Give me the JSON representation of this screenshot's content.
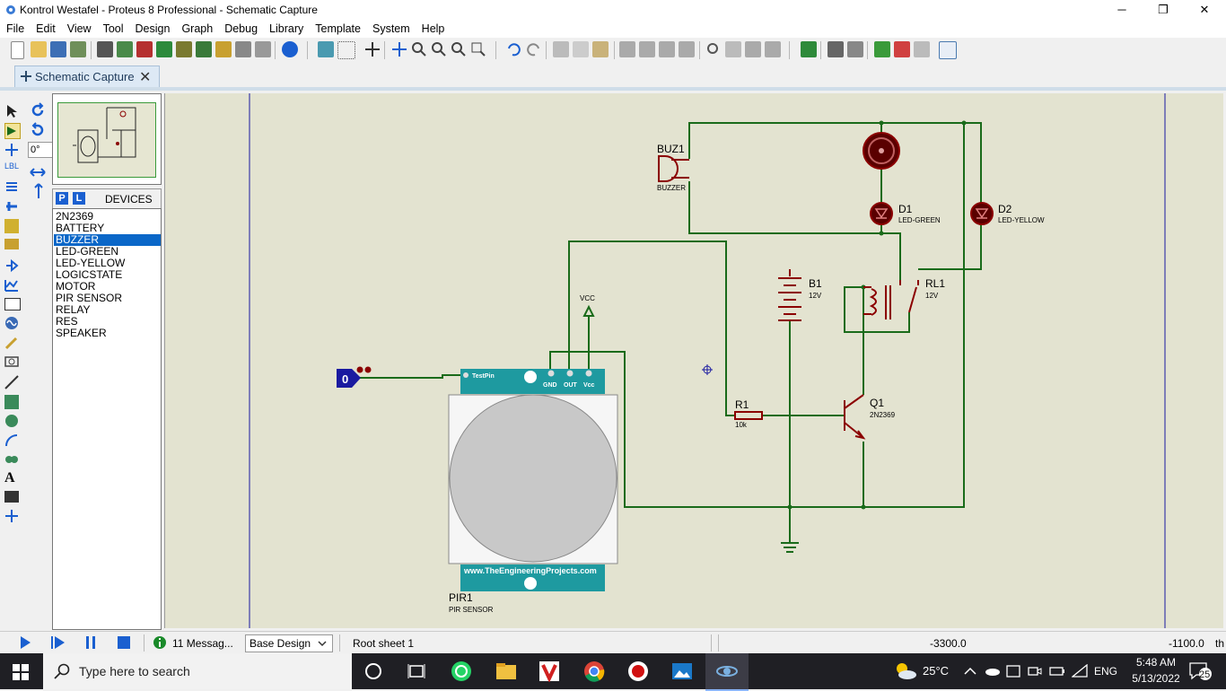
{
  "window": {
    "title": "Kontrol Westafel - Proteus 8 Professional - Schematic Capture",
    "controls": {
      "minimize": "─",
      "maximize": "❐",
      "close": "✕"
    }
  },
  "menu": [
    "File",
    "Edit",
    "View",
    "Tool",
    "Design",
    "Graph",
    "Debug",
    "Library",
    "Template",
    "System",
    "Help"
  ],
  "tab": {
    "label": "Schematic Capture",
    "close": "✕"
  },
  "rotation": {
    "angle": "0°"
  },
  "devices": {
    "p_button": "P",
    "l_button": "L",
    "header": "DEVICES",
    "items": [
      "2N2369",
      "BATTERY",
      "BUZZER",
      "LED-GREEN",
      "LED-YELLOW",
      "LOGICSTATE",
      "MOTOR",
      "PIR SENSOR",
      "RELAY",
      "RES",
      "SPEAKER"
    ],
    "selected": "BUZZER"
  },
  "schematic": {
    "buzzer": {
      "ref": "BUZ1",
      "value": "BUZZER"
    },
    "d1": {
      "ref": "D1",
      "value": "LED-GREEN"
    },
    "d2": {
      "ref": "D2",
      "value": "LED-YELLOW"
    },
    "battery": {
      "ref": "B1",
      "value": "12V"
    },
    "relay": {
      "ref": "RL1",
      "value": "12V"
    },
    "resistor": {
      "ref": "R1",
      "value": "10k"
    },
    "transistor": {
      "ref": "Q1",
      "value": "2N2369"
    },
    "power_label": "VCC",
    "logicstate": {
      "value": "0"
    },
    "pir": {
      "ref": "PIR1",
      "value": "PIR SENSOR",
      "testpin": "TestPin",
      "pins": [
        "GND",
        "OUT",
        "Vcc"
      ],
      "website": "www.TheEngineeringProjects.com"
    }
  },
  "status": {
    "messages": "11 Messag...",
    "design_select": "Base Design",
    "sheet": "Root sheet 1",
    "coord_x": "-3300.0",
    "coord_y": "-1100.0",
    "unit_trunc": "th"
  },
  "taskbar": {
    "search_placeholder": "Type here to search",
    "temperature": "25°C",
    "language": "ENG",
    "time": "5:48 AM",
    "date": "5/13/2022",
    "notification_count": "25"
  },
  "colors": {
    "wire": "#1a6b1a",
    "component": "#8b0000",
    "canvas": "#e3e3d0",
    "pir_board": "#1e9aa0",
    "selection": "#0a67c8",
    "logic_terminal": "#1a1aa0"
  }
}
